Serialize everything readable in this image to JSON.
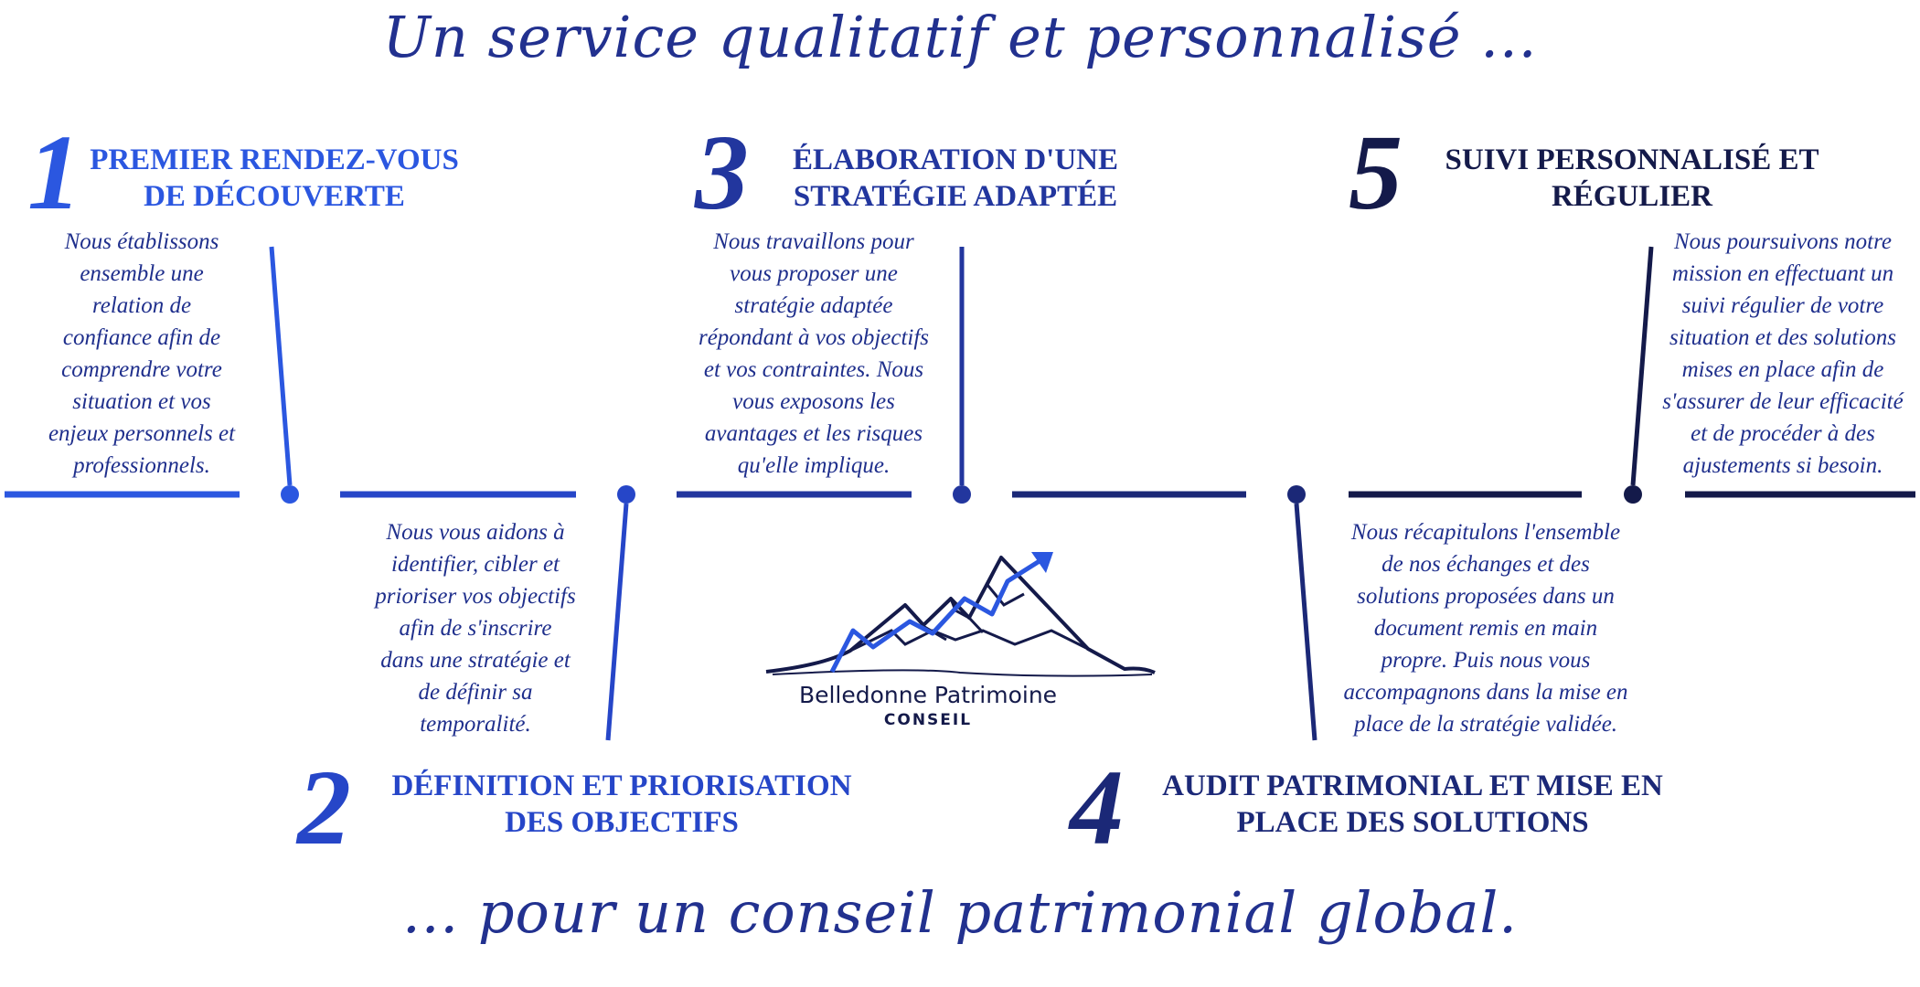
{
  "headline": "Un service qualitatif et personnalisé ...",
  "tagline": "... pour un conseil patrimonial global.",
  "steps": [
    {
      "number": "1",
      "title_lines": [
        "PREMIER RENDEZ-VOUS",
        "DE DÉCOUVERTE"
      ],
      "description_lines": [
        "Nous établissons",
        "ensemble une",
        "relation de",
        "confiance afin de",
        "comprendre votre",
        "situation et vos",
        "enjeux personnels et",
        "professionnels."
      ]
    },
    {
      "number": "2",
      "title_lines": [
        "DÉFINITION ET PRIORISATION",
        "DES OBJECTIFS"
      ],
      "description_lines": [
        "Nous vous aidons à",
        "identifier, cibler et",
        "prioriser vos objectifs",
        "afin de s'inscrire",
        "dans une stratégie et",
        "de définir sa",
        "temporalité."
      ]
    },
    {
      "number": "3",
      "title_lines": [
        "ÉLABORATION D'UNE",
        "STRATÉGIE ADAPTÉE"
      ],
      "description_lines": [
        "Nous travaillons pour",
        "vous proposer une",
        "stratégie adaptée",
        "répondant à vos objectifs",
        "et vos contraintes. Nous",
        "vous exposons les",
        "avantages et les risques",
        "qu'elle implique."
      ]
    },
    {
      "number": "4",
      "title_lines": [
        "AUDIT PATRIMONIAL ET MISE EN",
        "PLACE DES SOLUTIONS"
      ],
      "description_lines": [
        "Nous récapitulons l'ensemble",
        "de nos échanges et des",
        "solutions proposées dans un",
        "document remis en main",
        "propre. Puis nous vous",
        "accompagnons dans la mise en",
        "place de la stratégie validée."
      ]
    },
    {
      "number": "5",
      "title_lines": [
        "SUIVI PERSONNALISÉ ET",
        "RÉGULIER"
      ],
      "description_lines": [
        "Nous poursuivons notre",
        "mission en effectuant un",
        "suivi régulier de votre",
        "situation et des solutions",
        "mises en place afin de",
        "s'assurer de leur efficacité",
        "et de procéder à des",
        "ajustements si besoin."
      ]
    }
  ],
  "logo": {
    "name": "Belledonne Patrimoine",
    "subtitle": "CONSEIL"
  },
  "colors": {
    "step1": "#2b57e0",
    "step2": "#2646c8",
    "step3": "#22369e",
    "step4": "#1b2877",
    "step5": "#141a4a",
    "headline": "#22318f"
  }
}
